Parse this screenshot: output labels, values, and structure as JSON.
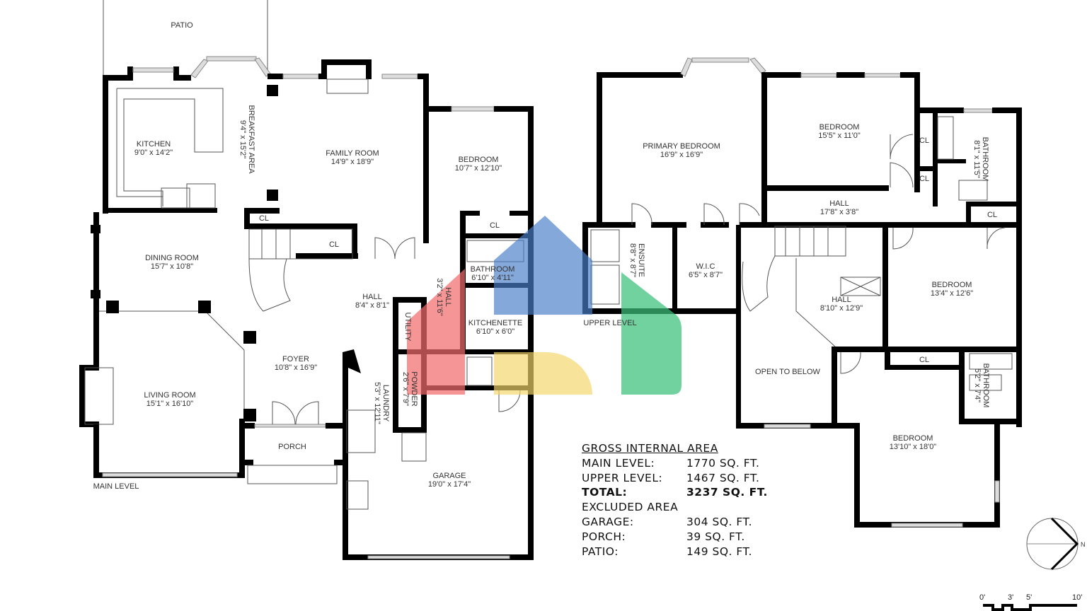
{
  "main_level": {
    "level_label": "MAIN LEVEL",
    "rooms": {
      "patio": {
        "name": "PATIO"
      },
      "kitchen": {
        "name": "KITCHEN",
        "size": "9'0\" x 14'2\""
      },
      "breakfast": {
        "name": "BREAKFAST AREA",
        "size": "9'4\" x 15'2\""
      },
      "family": {
        "name": "FAMILY ROOM",
        "size": "14'9\" x 18'9\""
      },
      "bedroom": {
        "name": "BEDROOM",
        "size": "10'7\" x 12'10\""
      },
      "cl1": {
        "name": "CL"
      },
      "cl2": {
        "name": "CL"
      },
      "cl3": {
        "name": "CL"
      },
      "dining": {
        "name": "DINING ROOM",
        "size": "15'7\" x 10'8\""
      },
      "bathroom": {
        "name": "BATHROOM",
        "size": "6'10\" x 4'11\""
      },
      "hall_small": {
        "name": "HALL",
        "size": "3'2\" x 11'6\""
      },
      "hall": {
        "name": "HALL",
        "size": "8'4\" x 8'1\""
      },
      "utility": {
        "name": "UTILITY"
      },
      "kitchenette": {
        "name": "KITCHENETTE",
        "size": "6'10\" x 6'0\""
      },
      "foyer": {
        "name": "FOYER",
        "size": "10'8\" x 16'9\""
      },
      "living": {
        "name": "LIVING ROOM",
        "size": "15'1\" x 16'10\""
      },
      "powder": {
        "name": "POWDER",
        "size": "2'6\" x 7'9\""
      },
      "laundry": {
        "name": "LAUNDRY",
        "size": "5'3\" x 12'11\""
      },
      "porch": {
        "name": "PORCH"
      },
      "garage": {
        "name": "GARAGE",
        "size": "19'0\" x 17'4\""
      }
    }
  },
  "upper_level": {
    "level_label": "UPPER LEVEL",
    "rooms": {
      "primary": {
        "name": "PRIMARY BEDROOM",
        "size": "16'9\" x 16'9\""
      },
      "bedroom1": {
        "name": "BEDROOM",
        "size": "15'5\" x 11'0\""
      },
      "cl1": {
        "name": "CL"
      },
      "cl2": {
        "name": "CL"
      },
      "cl3": {
        "name": "CL"
      },
      "cl4": {
        "name": "CL"
      },
      "bathroom1": {
        "name": "BATHROOM",
        "size": "8'1\" x 11'5\""
      },
      "hall1": {
        "name": "HALL",
        "size": "17'8\" x 3'8\""
      },
      "ensuite": {
        "name": "ENSUITE",
        "size": "8'8\" x 8'7\""
      },
      "wic": {
        "name": "W.I.C",
        "size": "6'5\" x 8'7\""
      },
      "hall2": {
        "name": "HALL",
        "size": "8'10\" x 12'9\""
      },
      "bedroom2": {
        "name": "BEDROOM",
        "size": "13'4\" x 12'6\""
      },
      "open": {
        "name": "OPEN TO BELOW"
      },
      "bathroom2": {
        "name": "BATHROOM",
        "size": "5'2\" x 7'4\""
      },
      "bedroom3": {
        "name": "BEDROOM",
        "size": "13'10\" x 18'0\""
      }
    }
  },
  "area_table": {
    "heading": "GROSS INTERNAL AREA",
    "rows": [
      {
        "label": "MAIN LEVEL:",
        "value": "1770 SQ. FT."
      },
      {
        "label": "UPPER LEVEL:",
        "value": "1467 SQ. FT."
      },
      {
        "label": "TOTAL:",
        "value": "3237 SQ. FT."
      }
    ],
    "excluded_heading": "EXCLUDED AREA",
    "excluded_rows": [
      {
        "label": "GARAGE:",
        "value": "304 SQ. FT."
      },
      {
        "label": "PORCH:",
        "value": "39 SQ. FT."
      },
      {
        "label": "PATIO:",
        "value": "149 SQ. FT."
      }
    ]
  },
  "compass": {
    "icon": "north-arrow-icon",
    "label": "N"
  },
  "scale_bar": {
    "ticks": [
      "0'",
      "3'",
      "5'",
      "10'"
    ]
  },
  "watermark": {
    "icon": "house-logo-icon",
    "colors": [
      "#4a7fc8",
      "#f26b6b",
      "#f5d66b",
      "#3cc07a"
    ]
  }
}
